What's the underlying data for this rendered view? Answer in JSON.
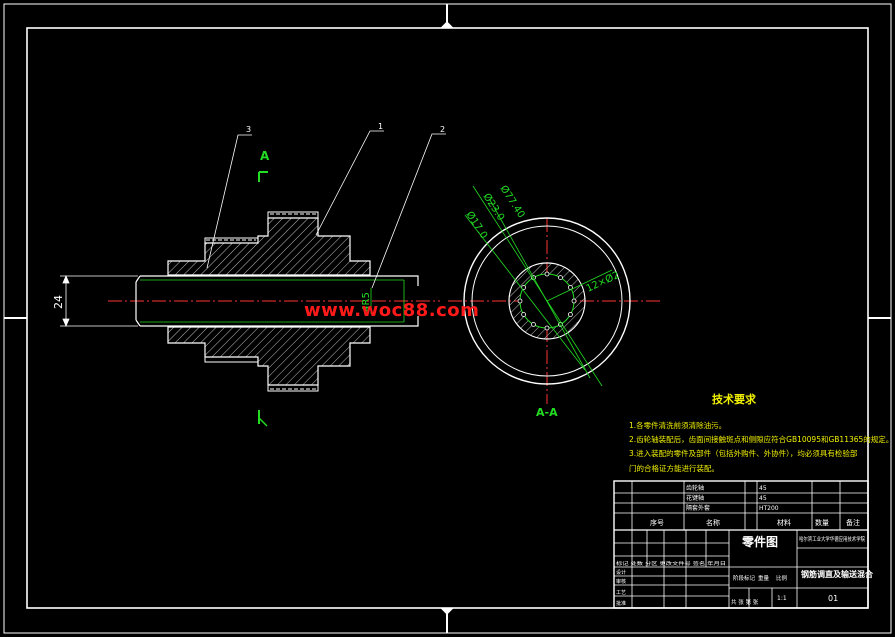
{
  "colors": {
    "frame": "#ffffff",
    "part": "#ffffff",
    "hatch": "#d8d8d8",
    "dimension": "#22dd22",
    "center_line": "#ff3333",
    "requirements_text": "#f0f000",
    "watermark": "#ff1a1a"
  },
  "drawing": {
    "balloons": [
      "3",
      "1",
      "2"
    ],
    "section_marks": [
      "A",
      "A"
    ],
    "section_view_label": "A-A",
    "dims": {
      "overall_diameter": "24",
      "bore": "4R5",
      "phi_large": "Ø77.40",
      "phi_mid": "Ø23.0",
      "phi_small": "Ø17.0",
      "pins": "12×Ø2"
    }
  },
  "watermark": "www.woc88.com",
  "requirements": {
    "title": "技术要求",
    "items": [
      "1.各零件清洗前须清除油污。",
      "2.齿轮轴装配后，齿面间接触斑点和侧隙应符合GB10095和GB11365的规定。",
      "3.进入装配的零件及部件（包括外购件、外协件），均必须具有检验部",
      "门的合格证方能进行装配。"
    ]
  },
  "title_block": {
    "parts_rows": [
      {
        "name": "齿轮轴",
        "material": "45"
      },
      {
        "name": "花键轴",
        "material": "45"
      },
      {
        "name": "隔套外套",
        "material": "HT200"
      }
    ],
    "headers": {
      "seq": "序号",
      "name": "名称",
      "material": "材料",
      "qty": "数量",
      "remark": "备注"
    },
    "drawing_title": "零件图",
    "school": "哈尔滨工业大学华德应用技术学院",
    "project": "钢筋调直及输送混合",
    "stage_label": "阶段标记",
    "weight_label": "重量",
    "scale_label": "比例",
    "scale": "1:1",
    "sheet_label": "共 张 第 张",
    "drawing_no": "01",
    "sign_rows": [
      "标记 处数 分区 更改文件号 签名 年月日",
      "设计",
      "审核",
      "工艺",
      "批准"
    ]
  }
}
